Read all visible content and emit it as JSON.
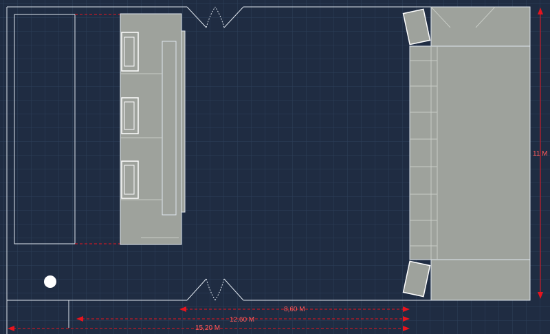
{
  "drawing": {
    "background": "#1f2c42",
    "grid_color": "#2e3f5a",
    "wall_color": "#dfe6ee",
    "furniture_fill": "#9ea29c",
    "dimension_color": "#e8141e",
    "dimension_text_color": "#ff5a5a"
  },
  "dimensions": {
    "width_total": "15,20 M",
    "width_mid": "12.60 M",
    "width_stage": "8,60 M",
    "height": "11 M"
  }
}
